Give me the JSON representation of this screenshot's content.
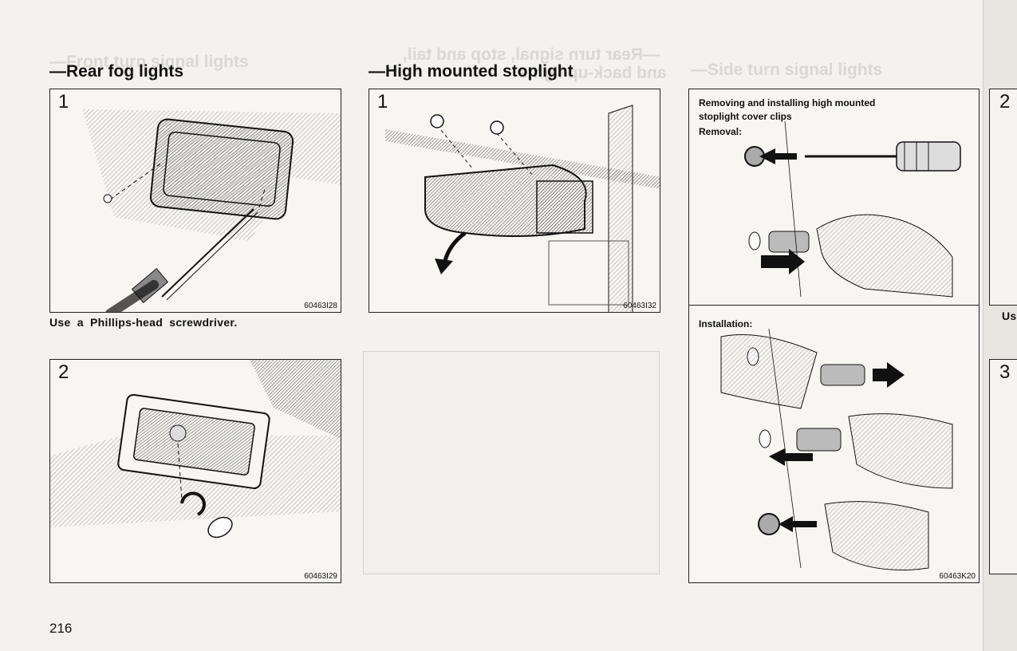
{
  "page_number": "216",
  "ghost_text": {
    "left_heading": "—Front turn signal lights",
    "mid_heading_line1": "—Rear turn signal, stop and tail,",
    "mid_heading_line2": "and back-up lights",
    "right_heading": "—Side turn signal lights"
  },
  "sections": {
    "rear_fog": {
      "title": "—Rear fog lights",
      "step1_number": "1",
      "step1_code": "60463I28",
      "caption": "Use a Phillips-head screwdriver.",
      "step2_number": "2",
      "step2_code": "60463I29"
    },
    "high_mounted": {
      "title": "—High mounted stoplight",
      "step1_number": "1",
      "step1_code": "60463I32"
    },
    "clips": {
      "title_line1": "Removing and installing high mounted",
      "title_line2": "stoplight cover clips",
      "removal_label": "Removal:",
      "installation_label": "Installation:",
      "code": "60463K20"
    }
  },
  "right_edge": {
    "box1_number": "2",
    "caption_fragment": "Us",
    "box2_number": "3"
  }
}
